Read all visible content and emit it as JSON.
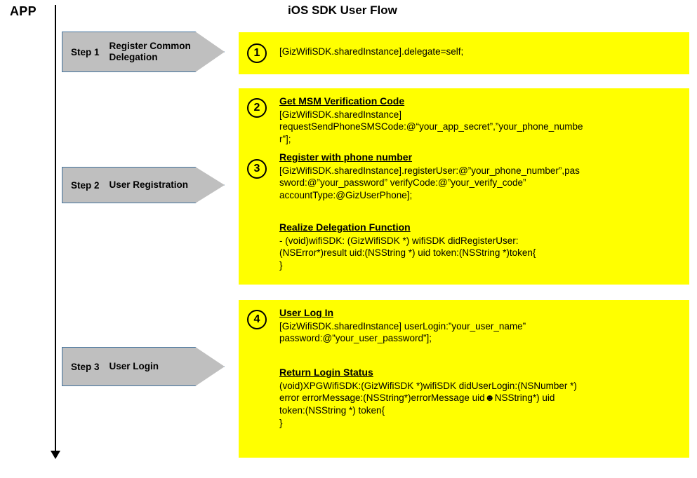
{
  "diagram": {
    "title": "iOS SDK User Flow",
    "lane_label": "APP"
  },
  "steps": [
    {
      "number": "Step 1",
      "title": "Register Common\nDelegation"
    },
    {
      "number": "Step 2",
      "title": "User Registration"
    },
    {
      "number": "Step 3",
      "title": "User Login"
    }
  ],
  "panels": [
    {
      "id": "panel-1",
      "blocks": [
        {
          "badge": "1",
          "heading": null,
          "code": "[GizWifiSDK.sharedInstance].delegate=self;"
        }
      ]
    },
    {
      "id": "panel-2",
      "blocks": [
        {
          "badge": "2",
          "heading": "Get MSM Verification Code",
          "code": "[GizWifiSDK.sharedInstance]\nrequestSendPhoneSMSCode:@“your_app_secret”,”your_phone_numbe\nr”];"
        },
        {
          "badge": "3",
          "heading": "Register with phone number",
          "code": "[GizWifiSDK.sharedInstance].registerUser:@”your_phone_number”,pas\nsword:@”your_password” verifyCode:@”your_verify_code”\naccountType:@GizUserPhone];"
        },
        {
          "badge": null,
          "heading": "Realize Delegation Function",
          "code": "- (void)wifiSDK: (GizWifiSDK *)  wifiSDK didRegisterUser:\n(NSError*)result uid:(NSString *) uid token:(NSString *)token{\n}"
        }
      ]
    },
    {
      "id": "panel-3",
      "blocks": [
        {
          "badge": "4",
          "heading": "User Log In",
          "code": "[GizWifiSDK.sharedInstance] userLogin:”your_user_name”\npassword:@”your_user_password”];"
        },
        {
          "badge": null,
          "heading": "Return Login Status",
          "code": "(void)XPGWifiSDK:(GizWifiSDK *)wifiSDK didUserLogin:(NSNumber *)\nerror errorMessage:(NSString*)errorMessage uid☻NSString*) uid\ntoken:(NSString *) token{\n}"
        }
      ]
    }
  ],
  "colors": {
    "highlight": "#ffff00",
    "step_fill": "#bfbfbf",
    "step_border": "#41719c",
    "text": "#000000"
  }
}
